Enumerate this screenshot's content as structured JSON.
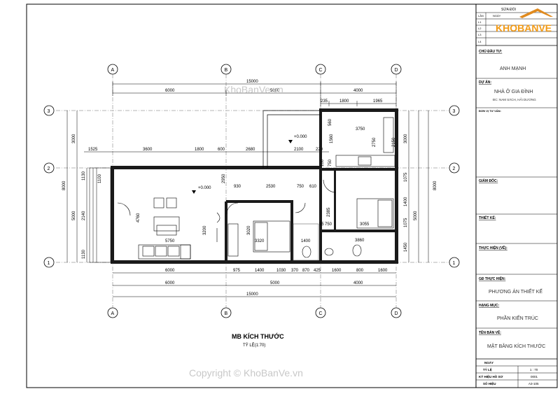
{
  "plan": {
    "title": "MB KÍCH THƯỚC",
    "scale": "TỶ LỆ(1:70)",
    "grid_letters": [
      "A",
      "B",
      "C",
      "D"
    ],
    "grid_numbers": [
      "3",
      "2",
      "1"
    ],
    "levels": {
      "garage": "+0.000",
      "main": "+0.000"
    },
    "dims_top_total": "15000",
    "dims_top_row": [
      "6000",
      "5000",
      "4000"
    ],
    "dims_top_detail": [
      "235",
      "1800",
      "1965"
    ],
    "dims_inner_row": [
      "1525",
      "3600",
      "1800",
      "600",
      "2680",
      "2100",
      "220"
    ],
    "dims_bottom_row1": [
      "6000",
      "975",
      "1400",
      "1030",
      "370",
      "870",
      "425",
      "1600",
      "800",
      "1600"
    ],
    "dims_bottom_row2": [
      "6000",
      "5000",
      "4000"
    ],
    "dims_bottom_total": "15000",
    "dims_left": [
      "3000",
      "8000",
      "5000",
      "1130",
      "2140",
      "1130"
    ],
    "dims_right": [
      "3000",
      "8000",
      "5000",
      "1075",
      "1400",
      "1075",
      "1450"
    ],
    "room_dims": [
      "3750",
      "2750",
      "5750",
      "4760",
      "3200",
      "3020",
      "3320",
      "1400",
      "2385",
      "3055",
      "3860",
      "1560",
      "930",
      "2530",
      "750",
      "610",
      "55",
      "750",
      "1100",
      "2950",
      "560",
      "750",
      "2150",
      "100"
    ]
  },
  "title_block": {
    "revision_header": "SỬA ĐỔI",
    "rev_cols": [
      "LẦN",
      "NGÀY"
    ],
    "rev_rows": [
      "L1",
      "L2",
      "L3",
      "L4"
    ],
    "logo": "KHOBANVE",
    "owner_label": "CHỦ ĐẦU TƯ:",
    "owner": "ANH MẠNH",
    "project_label": "DỰ ÁN:",
    "project": "NHÀ Ở GIA ĐÌNH",
    "address": "ĐC: NAM SÁCH, HẢI DƯƠNG",
    "consultant_label": "ĐƠN VỊ TƯ VẤN:",
    "director_label": "GIÁM ĐỐC:",
    "designer_label": "THIẾT KẾ:",
    "executor_label": "THỰC HIỆN (VẼ):",
    "design_opt_label": "GĐ THỰC HIỆN:",
    "design_opt": "PHƯƠNG ÁN THIẾT KẾ",
    "category_label": "HẠNG MỤC:",
    "category": "PHẦN KIẾN TRÚC",
    "drawing_label": "TÊN BẢN VẼ:",
    "drawing": "MẶT BẰNG KÍCH THƯỚC",
    "date_label": "NGÀY",
    "scale_label": "TỶ LỆ",
    "scale": "1 : 70",
    "code_label": "KÝ HIỆU HỒ SƠ",
    "code": "0001",
    "sheet_label": "SỐ HIỆU",
    "sheet": "A3-105"
  },
  "watermarks": [
    "KhoBanVe.vn",
    "Copyright © KhoBanVe.vn"
  ]
}
